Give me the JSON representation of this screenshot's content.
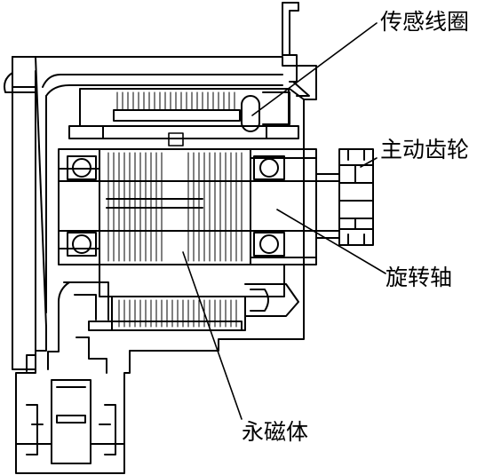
{
  "labels": {
    "coil": "传感线圈",
    "gear": "主动齿轮",
    "shaft": "旋转轴",
    "magnet": "永磁体"
  },
  "colors": {
    "line": "#000000",
    "background": "#ffffff"
  }
}
